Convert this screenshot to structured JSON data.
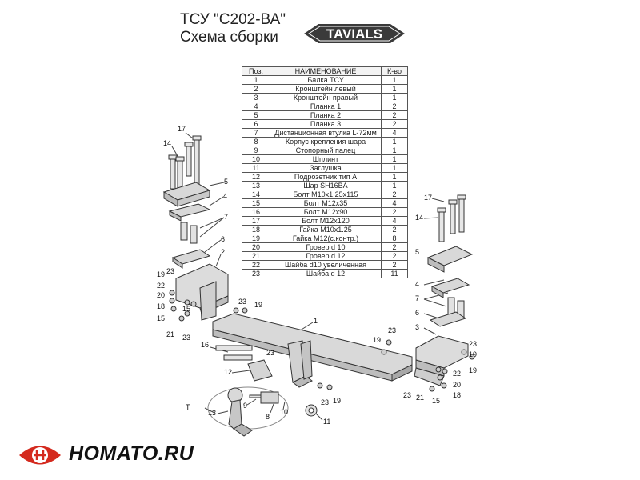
{
  "header": {
    "title_line1": "ТСУ \"С202-ВА\"",
    "title_line2": "Схема сборки"
  },
  "logo": {
    "text": "TAVIALS",
    "icon": "tavials-logo"
  },
  "table": {
    "headers": [
      "Поз.",
      "НАИМЕНОВАНИЕ",
      "К-во"
    ],
    "rows": [
      [
        "1",
        "Балка ТСУ",
        "1"
      ],
      [
        "2",
        "Кронштейн левый",
        "1"
      ],
      [
        "3",
        "Кронштейн правый",
        "1"
      ],
      [
        "4",
        "Планка 1",
        "2"
      ],
      [
        "5",
        "Планка 2",
        "2"
      ],
      [
        "6",
        "Планка 3",
        "2"
      ],
      [
        "7",
        "Дистанционная втулка L-72мм",
        "4"
      ],
      [
        "8",
        "Корпус крепления шара",
        "1"
      ],
      [
        "9",
        "Стопорный палец",
        "1"
      ],
      [
        "10",
        "Шплинт",
        "1"
      ],
      [
        "11",
        "Заглушка",
        "1"
      ],
      [
        "12",
        "Подрозетник тип А",
        "1"
      ],
      [
        "13",
        "Шар SH16BA",
        "1"
      ],
      [
        "14",
        "Болт М10х1.25х115",
        "2"
      ],
      [
        "15",
        "Болт М12х35",
        "4"
      ],
      [
        "16",
        "Болт М12х90",
        "2"
      ],
      [
        "17",
        "Болт М12х120",
        "4"
      ],
      [
        "18",
        "Гайка М10х1.25",
        "2"
      ],
      [
        "19",
        "Гайка М12(с.контр.)",
        "8"
      ],
      [
        "20",
        "Гровер d 10",
        "2"
      ],
      [
        "21",
        "Гровер d 12",
        "2"
      ],
      [
        "22",
        "Шайба d10 увеличенная",
        "2"
      ],
      [
        "23",
        "Шайба d 12",
        "11"
      ]
    ]
  },
  "callouts": [
    {
      "id": "c17a",
      "text": "17"
    },
    {
      "id": "c14a",
      "text": "14"
    },
    {
      "id": "c5a",
      "text": "5"
    },
    {
      "id": "c4a",
      "text": "4"
    },
    {
      "id": "c7a",
      "text": "7"
    },
    {
      "id": "c6a",
      "text": "6"
    },
    {
      "id": "c2",
      "text": "2"
    },
    {
      "id": "c23a",
      "text": "23"
    },
    {
      "id": "c19a",
      "text": "19"
    },
    {
      "id": "c22a",
      "text": "22"
    },
    {
      "id": "c20a",
      "text": "20"
    },
    {
      "id": "c15a",
      "text": "15"
    },
    {
      "id": "c18a",
      "text": "18"
    },
    {
      "id": "c15b",
      "text": "15"
    },
    {
      "id": "c21a",
      "text": "21"
    },
    {
      "id": "c23b",
      "text": "23"
    },
    {
      "id": "c23c",
      "text": "23"
    },
    {
      "id": "c19b",
      "text": "19"
    },
    {
      "id": "c1",
      "text": "1"
    },
    {
      "id": "c16",
      "text": "16"
    },
    {
      "id": "c23d",
      "text": "23"
    },
    {
      "id": "c12",
      "text": "12"
    },
    {
      "id": "cT",
      "text": "T"
    },
    {
      "id": "c13",
      "text": "13"
    },
    {
      "id": "c9",
      "text": "9"
    },
    {
      "id": "c8",
      "text": "8"
    },
    {
      "id": "c10",
      "text": "10"
    },
    {
      "id": "c23e",
      "text": "23"
    },
    {
      "id": "c19c",
      "text": "19"
    },
    {
      "id": "c11",
      "text": "11"
    },
    {
      "id": "c19d",
      "text": "19"
    },
    {
      "id": "c23f",
      "text": "23"
    },
    {
      "id": "c17b",
      "text": "17"
    },
    {
      "id": "c14b",
      "text": "14"
    },
    {
      "id": "c5b",
      "text": "5"
    },
    {
      "id": "c4b",
      "text": "4"
    },
    {
      "id": "c7b",
      "text": "7"
    },
    {
      "id": "c6b",
      "text": "6"
    },
    {
      "id": "c3",
      "text": "3"
    },
    {
      "id": "c23g",
      "text": "23"
    },
    {
      "id": "c19e",
      "text": "19"
    },
    {
      "id": "c22b",
      "text": "22"
    },
    {
      "id": "c19f",
      "text": "19"
    },
    {
      "id": "c20b",
      "text": "20"
    },
    {
      "id": "c23h",
      "text": "23"
    },
    {
      "id": "c21b",
      "text": "21"
    },
    {
      "id": "c15c",
      "text": "15"
    },
    {
      "id": "c18b",
      "text": "18"
    }
  ],
  "footer": {
    "brand": "HOMATO.RU",
    "icon": "homato-logo-icon",
    "brand_color": "#d42a1e"
  }
}
